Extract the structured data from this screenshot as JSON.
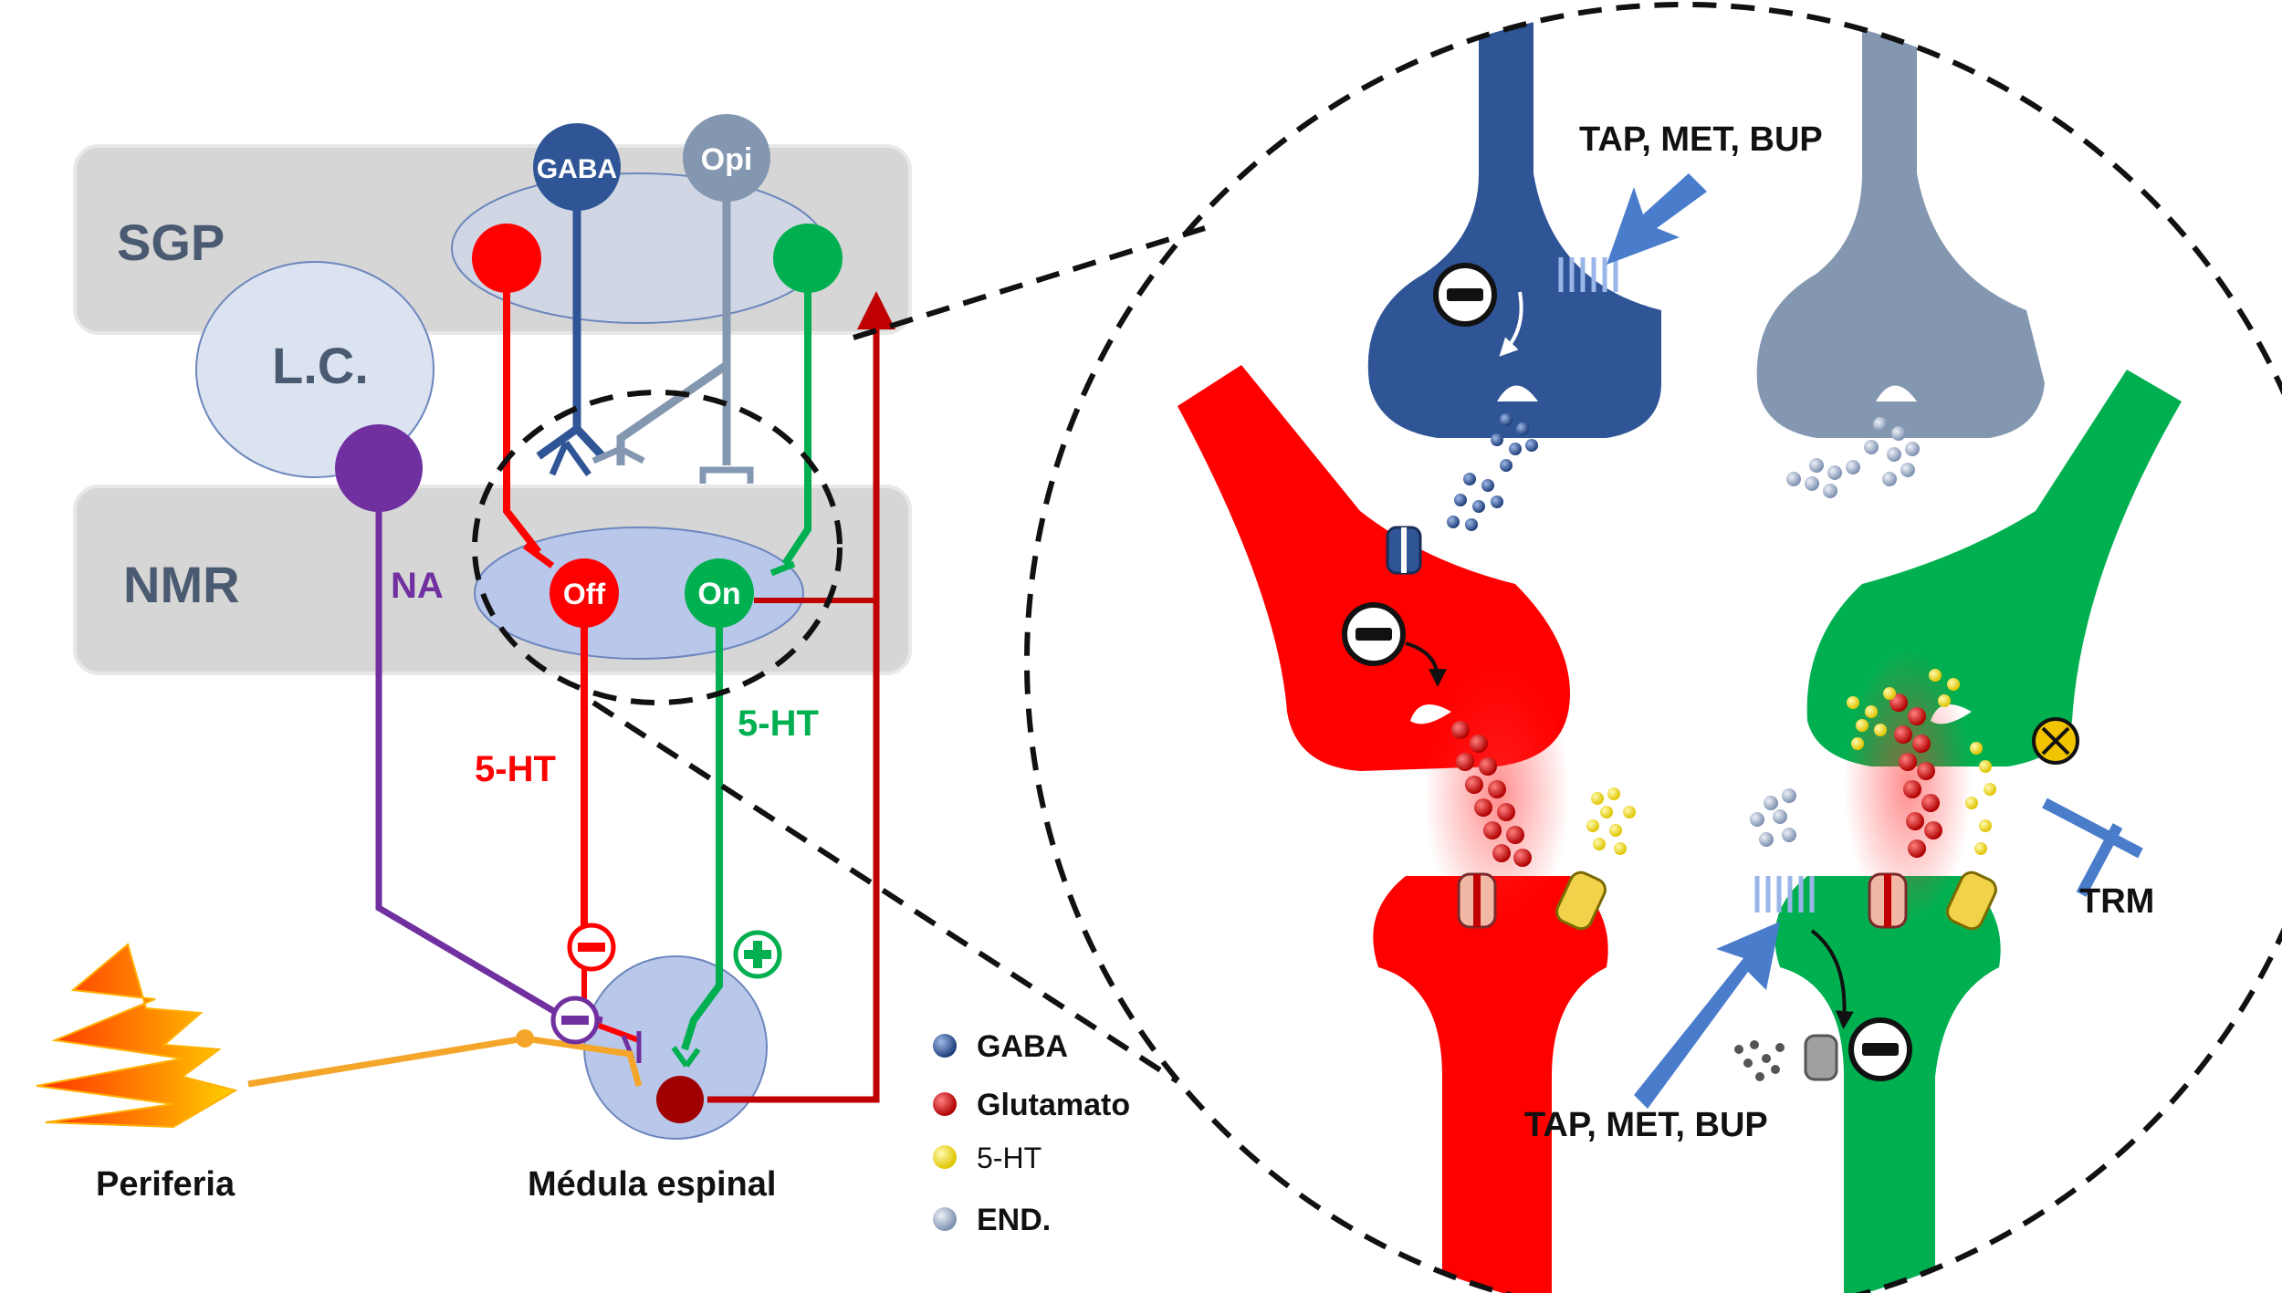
{
  "regions": {
    "sgp": "SGP",
    "lc": "L.C.",
    "nmr": "NMR"
  },
  "neurons": {
    "gaba": "GABA",
    "opi": "Opi",
    "off": "Off",
    "on": "On"
  },
  "pathways": {
    "na": "NA",
    "ht_left": "5-HT",
    "ht_right": "5-HT"
  },
  "locations": {
    "periphery": "Periferia",
    "spinal_cord": "Médula espinal"
  },
  "drugs": {
    "top": "TAP, MET, BUP",
    "bottom": "TAP, MET, BUP",
    "trm": "TRM"
  },
  "legend": [
    {
      "label": "GABA",
      "color": "#2f5597"
    },
    {
      "label": "Glutamato",
      "color": "#c00000"
    },
    {
      "label": "5-HT",
      "color": "#f2e200"
    },
    {
      "label": "END.",
      "color": "#8ea1c0"
    }
  ],
  "colors": {
    "region_fill": "#d6d6d6",
    "nucleus_fill": "#c9d3ea",
    "gaba": "#2f5597",
    "opioid": "#8497b0",
    "off_red": "#ff0000",
    "on_green": "#00b050",
    "na_purple": "#7030a0",
    "dark_red": "#c00000",
    "orange": "#f4a62a",
    "arrow_blue": "#4a7ccc"
  },
  "icons": {
    "inhibit": "minus-circle-icon",
    "excite": "plus-circle-icon",
    "block": "x-circle-icon",
    "pain": "lightning-bolt-icon",
    "receptor": "receptor-icon"
  }
}
